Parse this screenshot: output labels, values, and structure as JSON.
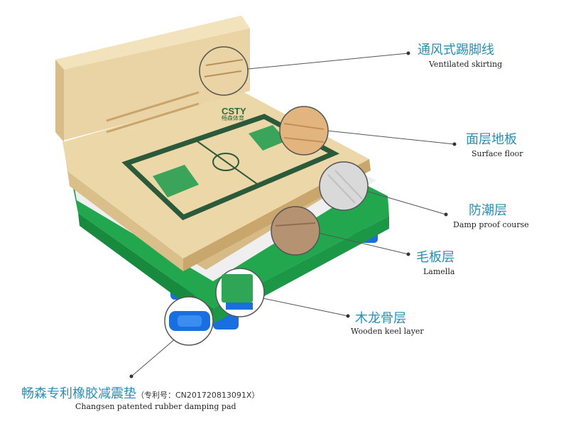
{
  "layers": [
    {
      "id": "skirting",
      "cn": "通风式踢脚线",
      "en": "Ventilated skirting"
    },
    {
      "id": "surface",
      "cn": "面层地板",
      "en": "Surface floor"
    },
    {
      "id": "damp",
      "cn": "防潮层",
      "en": "Damp proof course"
    },
    {
      "id": "lamella",
      "cn": "毛板层",
      "en": "Lamella"
    },
    {
      "id": "keel",
      "cn": "木龙骨层",
      "en": "Wooden keel layer"
    }
  ],
  "pad": {
    "cn": "畅森专利橡胶减震垫",
    "patent": "（专利号：CN201720813091X）",
    "en": "Changsen patented rubber damping pad"
  },
  "board_logo": {
    "brand": "CSTY",
    "sub": "畅森体育"
  },
  "colors": {
    "wood": "#e9d3a4",
    "green": "#22a74e",
    "blue": "#1a6fe0",
    "accent": "#2a8fb0"
  }
}
